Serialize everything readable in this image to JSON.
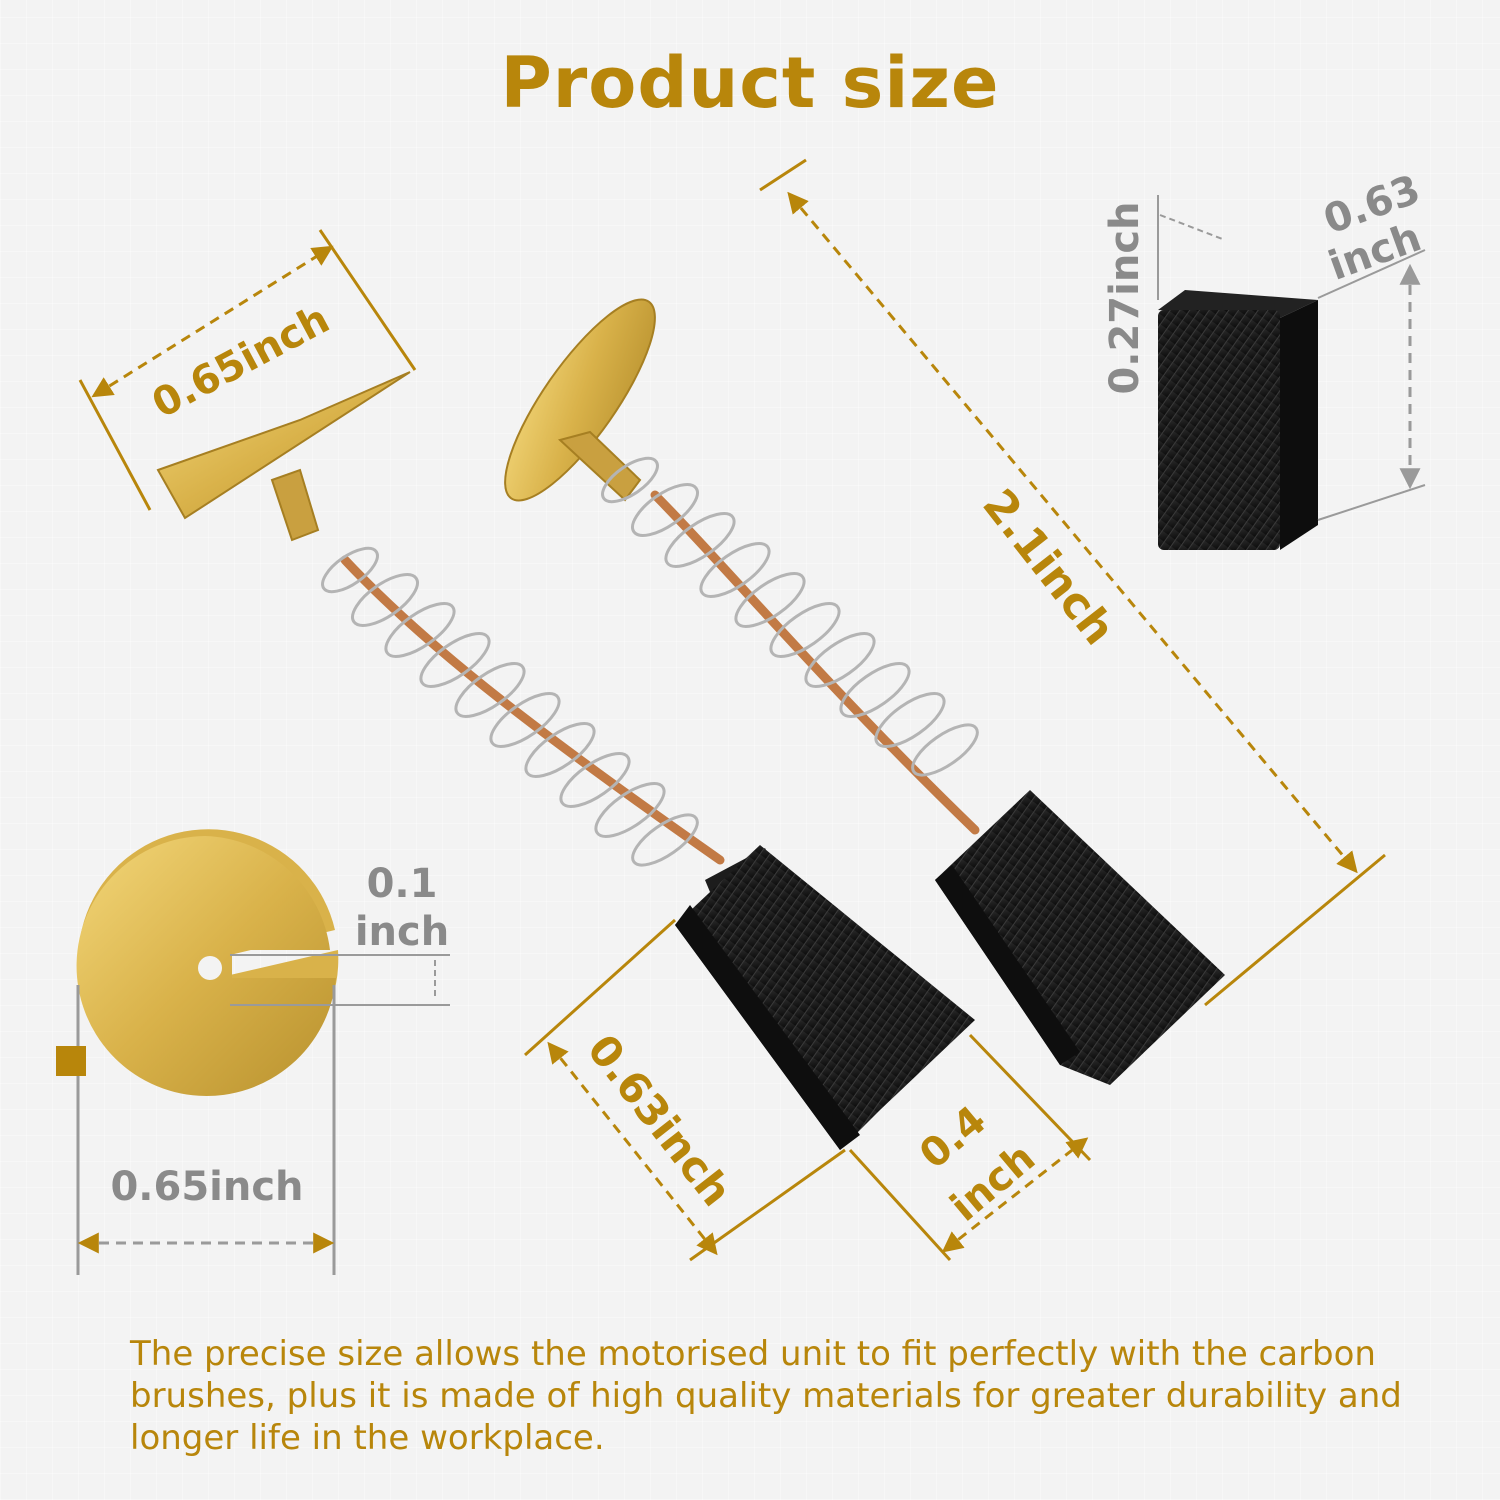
{
  "title": "Product size",
  "dimensions": {
    "plate_width": "0.65inch",
    "total_length": "2.1inch",
    "block_height": "0.27inch",
    "block_depth_line1": "0.63",
    "block_depth_line2": "inch",
    "washer_slot_line1": "0.1",
    "washer_slot_line2": "inch",
    "washer_diameter": "0.65inch",
    "brush_length": "0.63inch",
    "brush_width_line1": "0.4",
    "brush_width_line2": "inch"
  },
  "description": "The precise size allows the motorised unit to fit perfectly with the carbon brushes, plus it is made of high quality materials for greater durability and longer life in the workplace.",
  "colors": {
    "accent": "#b8860b",
    "gray_text": "#8a8a8a",
    "carbon": "#141414",
    "brass": "#d9b24a",
    "copper": "#c27a45"
  }
}
